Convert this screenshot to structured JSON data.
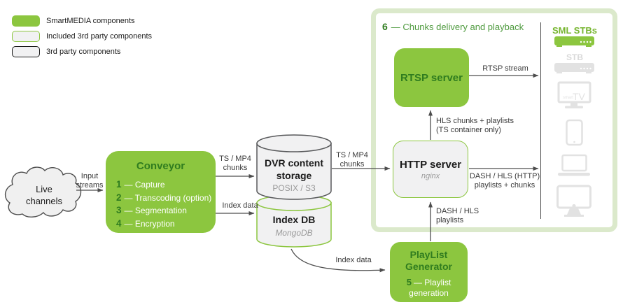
{
  "colors": {
    "green": "#8cc63f",
    "dark_green": "#2f7c1f",
    "heading_green": "#4e9a3e",
    "pale_green_border": "#dbe9cb",
    "box_gray": "#f1f1f2",
    "border_gray": "#58595b",
    "device_gray": "#e2e2e2",
    "arrow_gray": "#4d4d4d"
  },
  "legend": {
    "items": [
      {
        "label": "SmartMEDIA components"
      },
      {
        "label": "Included 3rd party components"
      },
      {
        "label": "3rd party components"
      }
    ]
  },
  "cloud": {
    "line1": "Live",
    "line2": "channels"
  },
  "nodes": {
    "conveyor": {
      "title": "Conveyor",
      "steps": [
        {
          "num": "1",
          "text": "— Capture"
        },
        {
          "num": "2",
          "text": "— Transcoding (option)"
        },
        {
          "num": "3",
          "text": "— Segmentation"
        },
        {
          "num": "4",
          "text": "— Encryption"
        }
      ]
    },
    "dvr_storage": {
      "title_line1": "DVR content",
      "title_line2": "storage",
      "subtitle": "POSIX / S3"
    },
    "index_db": {
      "title": "Index DB",
      "subtitle": "MongoDB"
    },
    "rtsp_server": {
      "title": "RTSP server"
    },
    "http_server": {
      "title": "HTTP server",
      "subtitle": "nginx"
    },
    "playlist_generator": {
      "title_line1": "PlayList",
      "title_line2": "Generator",
      "step_num": "5",
      "step_text": "— Playlist",
      "step_text2": "generation"
    }
  },
  "delivery_box": {
    "num": "6",
    "title": "— Chunks delivery and playback"
  },
  "devices": {
    "sml_stbs_label": "SML STBs",
    "stb_label": "STB",
    "smart_tv_small": "smart",
    "smart_tv_big": "TV",
    "icons": [
      "stb-icon",
      "stb-icon",
      "smart-tv-icon",
      "phone-icon",
      "laptop-icon",
      "desktop-icon"
    ]
  },
  "edge_labels": {
    "input_streams_1": "Input",
    "input_streams_2": "streams",
    "ts_mp4_a_1": "TS / MP4",
    "ts_mp4_a_2": "chunks",
    "index_data_a": "Index data",
    "ts_mp4_b_1": "TS / MP4",
    "ts_mp4_b_2": "chunks",
    "rtsp_stream": "RTSP stream",
    "hls_chunks_1": "HLS chunks + playlists",
    "hls_chunks_2": "(TS container only)",
    "dash_http_1": "DASH / HLS (HTTP)",
    "dash_http_2": "playlists + chunks",
    "dash_playlists_1": "DASH / HLS",
    "dash_playlists_2": "playlists",
    "index_data_b": "Index data"
  }
}
